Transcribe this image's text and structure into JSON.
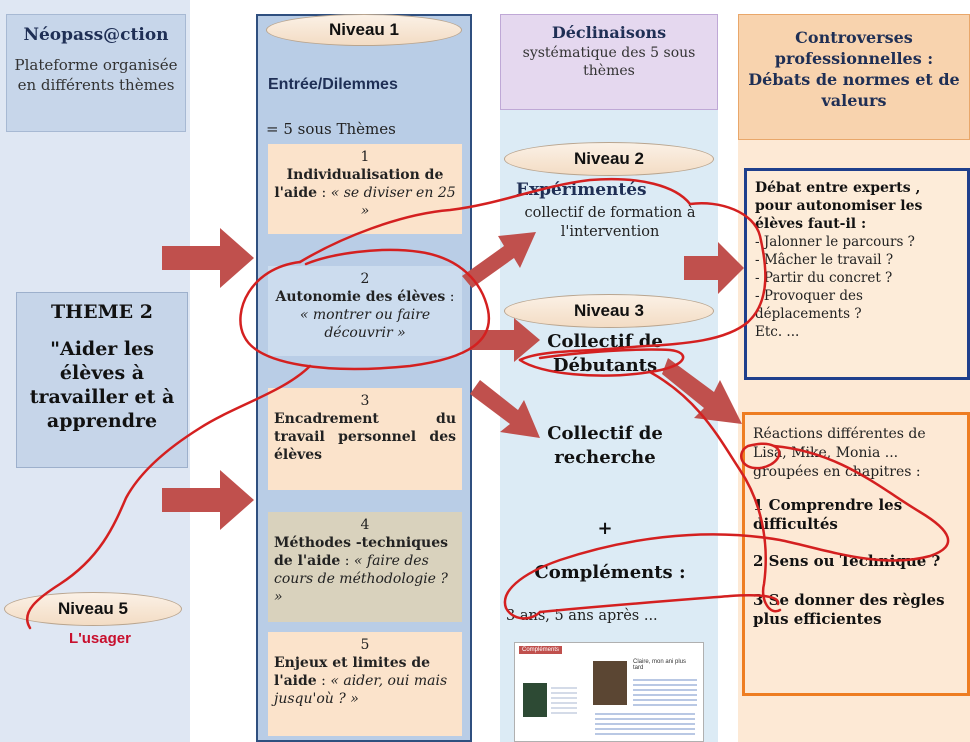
{
  "column1": {
    "header_title": "Néopass@ction",
    "header_subtitle": "Plateforme organisée en différents thèmes",
    "theme_title": "THEME 2",
    "theme_quote": "\"Aider les élèves à travailler et à apprendre",
    "niveau5_label": "Niveau 5",
    "niveau5_sub": "L'usager"
  },
  "column2": {
    "niveau_label": "Niveau 1",
    "header_title": "Entrée/Dilemmes",
    "header_sub": "= 5 sous Thèmes",
    "items": [
      {
        "number": "1",
        "title": "Individualisation de l'aide",
        "sep": " : ",
        "quote": "« se diviser en 25 »"
      },
      {
        "number": "2",
        "title": "Autonomie des élèves",
        "sep": " : ",
        "quote": "« montrer ou faire découvrir »"
      },
      {
        "number": "3",
        "title": "Encadrement du travail personnel des élèves"
      },
      {
        "number": "4",
        "title": "Méthodes -techniques de l'aide",
        "sep": " : ",
        "quote": "« faire des cours de méthodologie ? »"
      },
      {
        "number": "5",
        "title": "Enjeux et limites de l'aide",
        "sep": " : ",
        "quote": "« aider, oui mais jusqu'où ? »"
      }
    ]
  },
  "column3": {
    "header_title": "Déclinaisons",
    "header_sub": "systématique des 5 sous thèmes",
    "niveau2_label": "Niveau 2",
    "experimentes_title": "Expérimentés",
    "experimentes_sub": "collectif de formation à l'intervention",
    "niveau3_label": "Niveau 3",
    "debutants": "Collectif de Débutants",
    "recherche": "Collectif de recherche",
    "plus": "+",
    "complements": "Compléments :",
    "complements_sub": "3 ans, 5 ans après ...",
    "thumb_tab": "Compléments",
    "thumb_title": "Claire, mon ani plus tard"
  },
  "column4": {
    "header_title": "Controverses professionnelles : Débats de normes et de valeurs",
    "debate_intro": "Débat entre experts , pour autonomiser les élèves faut-il :",
    "debate_items": [
      "- Jalonner le parcours ?",
      "- Mâcher le travail ?",
      "- Partir du concret ?",
      "- Provoquer des déplacements ?",
      "Etc. ..."
    ],
    "reactions_intro": "Réactions différentes de Lisa, Mike, Monia ... groupées en chapitres :",
    "chapters": [
      "1 Comprendre les difficultés",
      "2 Sens ou Technique ?",
      "3 Se donner des règles plus efficientes"
    ]
  },
  "colors": {
    "col1_bg": "#dfe7f3",
    "col2_bg": "#b9cde6",
    "col3_bg": "#dcebf5",
    "col3_header": "#e5d8ef",
    "col4_header": "#f8d3ae",
    "peach": "#fbe3cb",
    "arrow": "#c0504d",
    "scribble": "#d42020",
    "debate_border": "#1f3f8c",
    "reactions_border": "#ee7d22"
  }
}
